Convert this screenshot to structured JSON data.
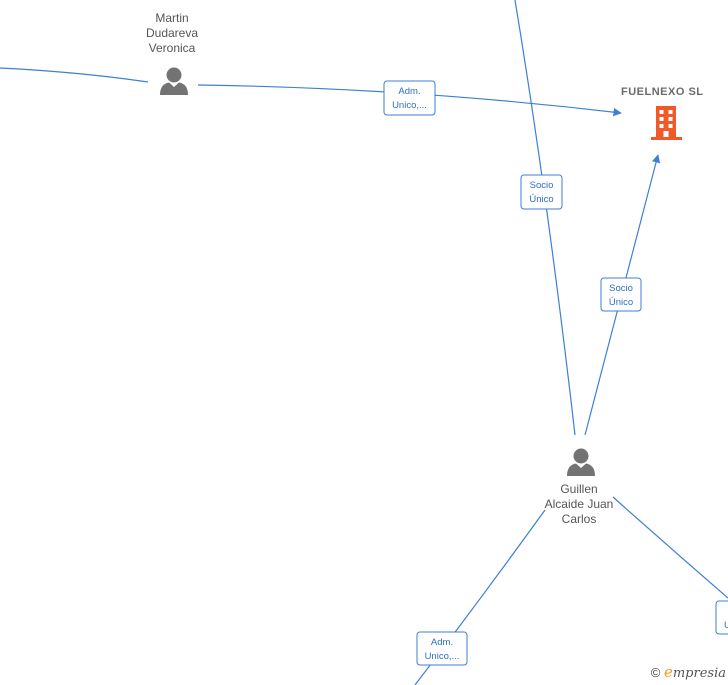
{
  "colors": {
    "edge": "#3d7fd6",
    "person_icon": "#737373",
    "company_icon": "#f0592a"
  },
  "nodes": {
    "martin": {
      "label": "Martin\nDudareva\nVeronica",
      "icon": "person-icon"
    },
    "fuelnexo": {
      "label": "FUELNEXO  SL",
      "icon": "building-icon"
    },
    "guillen": {
      "label": "Guillen\nAlcaide Juan\nCarlos",
      "icon": "person-icon"
    }
  },
  "edges": [
    {
      "label_line1": "Adm.",
      "label_line2": "Unico,..."
    },
    {
      "label_line1": "Socio",
      "label_line2": "Único"
    },
    {
      "label_line1": "Socio",
      "label_line2": "Único"
    },
    {
      "label_line1": "Adm.",
      "label_line2": "Unico,..."
    },
    {
      "label_line1": "U",
      "label_line2": ""
    }
  ],
  "footer": {
    "copyright": "©",
    "brand_initial": "e",
    "brand_rest": "mpresia"
  }
}
